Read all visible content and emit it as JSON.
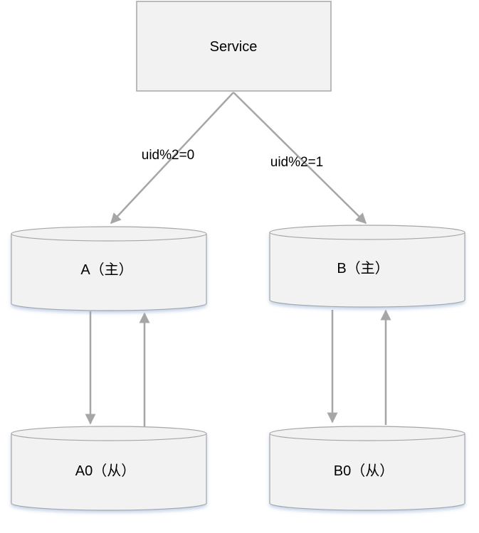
{
  "service": {
    "label": "Service"
  },
  "edges": {
    "left_condition": "uid%2=0",
    "right_condition": "uid%2=1"
  },
  "databases": {
    "a_master": {
      "label": "A（主）"
    },
    "b_master": {
      "label": "B（主）"
    },
    "a_slave": {
      "label": "A0（从）"
    },
    "b_slave": {
      "label": "B0（从）"
    }
  },
  "colors": {
    "fill": "#f2f2f2",
    "stroke": "#a6a6a6",
    "arrow": "#a6a6a6",
    "shadow": "#c5d5ea"
  }
}
